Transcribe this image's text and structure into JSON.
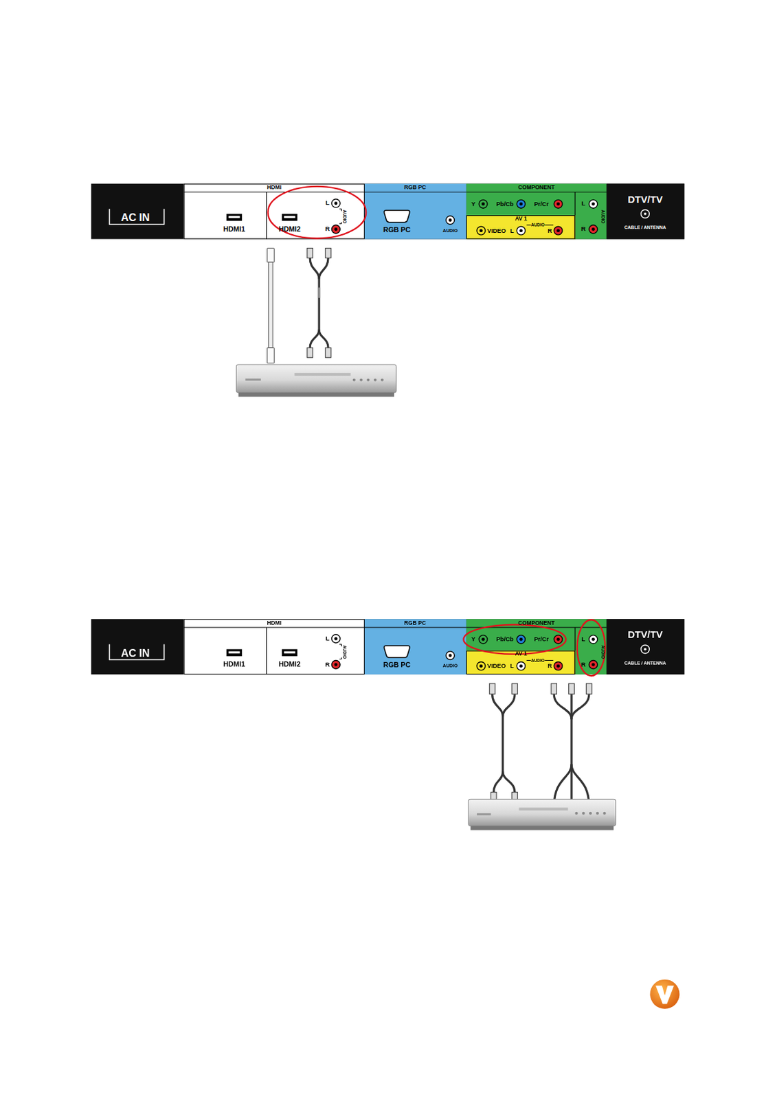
{
  "diagram": {
    "nodes": [
      {
        "text": [
          "AC IN"
        ]
      },
      {
        "text": [
          "HDMI",
          "HDMI1",
          "HDMI2",
          "L",
          "AUDIO",
          "R"
        ],
        "in": 0
      },
      {
        "text": [
          "RGB PC",
          "RGB PC",
          "AUDIO"
        ],
        "in": 0
      },
      {
        "text": [
          "COMPONENT",
          "Y",
          "Pb/Cb",
          "Pr/Cr",
          "L",
          "AUDIO",
          "R"
        ],
        "in": 0
      },
      {
        "text": [
          "AV 1",
          "VIDEO",
          "L",
          "AUDIO",
          "R"
        ],
        "in": 3
      },
      {
        "text": [
          "DTV/TV",
          "CABLE / ANTENNA"
        ],
        "in": 0
      },
      {
        "text": [
          "AC IN"
        ]
      },
      {
        "text": [
          "HDMI",
          "HDMI1",
          "HDMI2",
          "L",
          "AUDIO",
          "R"
        ],
        "in": 6
      },
      {
        "text": [
          "RGB PC",
          "RGB PC",
          "AUDIO"
        ],
        "in": 6
      },
      {
        "text": [
          "COMPONENT",
          "Y",
          "Pb/Cb",
          "Pr/Cr",
          "L",
          "AUDIO",
          "R"
        ],
        "in": 6
      },
      {
        "text": [
          "AV 1",
          "VIDEO",
          "L",
          "AUDIO",
          "R"
        ],
        "in": 9
      },
      {
        "text": [
          "DTV/TV",
          "CABLE / ANTENNA"
        ],
        "in": 6
      }
    ]
  }
}
